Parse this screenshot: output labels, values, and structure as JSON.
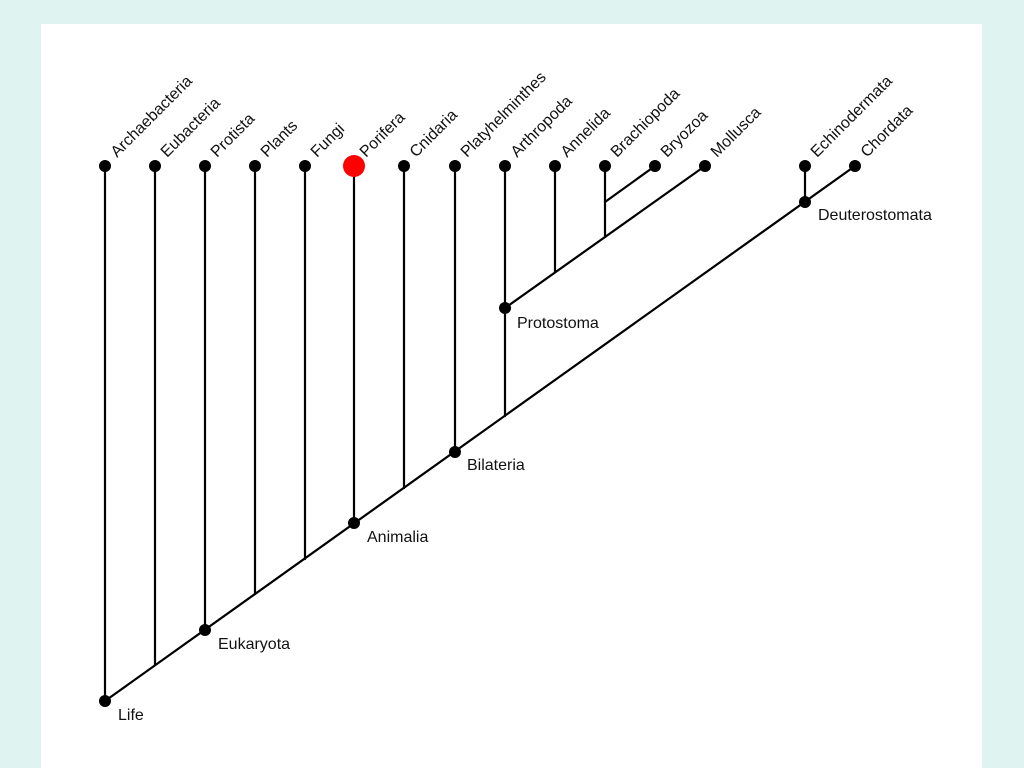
{
  "colors": {
    "background": "#dff4f1",
    "panel": "#ffffff",
    "line": "#000000",
    "node": "#000000",
    "highlight": "#ff0000"
  },
  "highlighted_node": "porifera",
  "tips": [
    {
      "id": "archaebacteria",
      "label": "Archaebacteria"
    },
    {
      "id": "eubacteria",
      "label": "Eubacteria"
    },
    {
      "id": "protista",
      "label": "Protista"
    },
    {
      "id": "plants",
      "label": "Plants"
    },
    {
      "id": "fungi",
      "label": "Fungi"
    },
    {
      "id": "porifera",
      "label": "Porifera"
    },
    {
      "id": "cnidaria",
      "label": "Cnidaria"
    },
    {
      "id": "platyhelminthes",
      "label": "Platyhelminthes"
    },
    {
      "id": "arthropoda",
      "label": "Arthropoda"
    },
    {
      "id": "annelida",
      "label": "Annelida"
    },
    {
      "id": "brachiopoda",
      "label": "Brachiopoda"
    },
    {
      "id": "bryozoa",
      "label": "Bryozoa"
    },
    {
      "id": "mollusca",
      "label": "Mollusca"
    },
    {
      "id": "echinodermata",
      "label": "Echinodermata"
    },
    {
      "id": "chordata",
      "label": "Chordata"
    }
  ],
  "clades": [
    {
      "id": "life",
      "label": "Life"
    },
    {
      "id": "eukaryota",
      "label": "Eukaryota"
    },
    {
      "id": "animalia",
      "label": "Animalia"
    },
    {
      "id": "bilateria",
      "label": "Bilateria"
    },
    {
      "id": "protostoma",
      "label": "Protostoma"
    },
    {
      "id": "deuterostomata",
      "label": "Deuterostomata"
    }
  ]
}
